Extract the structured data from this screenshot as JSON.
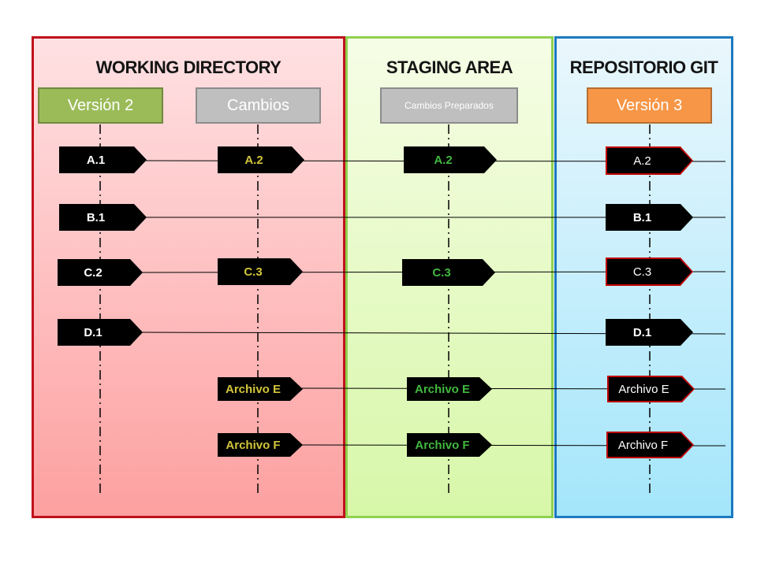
{
  "panels": {
    "working_directory": {
      "title": "WORKING DIRECTORY",
      "border_color": "#c0121c"
    },
    "staging_area": {
      "title": "STAGING AREA",
      "border_color": "#8fd14f"
    },
    "repositorio_git": {
      "title": "REPOSITORIO GIT",
      "border_color": "#1c79c0"
    }
  },
  "headers": {
    "version2": "Versión 2",
    "cambios": "Cambios",
    "cambios_preparados": "Cambios Preparados",
    "version3": "Versión 3"
  },
  "colors": {
    "version2": "#9bbb59",
    "cambios": "#bfbfbf",
    "version3": "#f79646",
    "modified_text": "#d2c53a",
    "staged_text": "#41b83f",
    "committed_border": "#c00000"
  },
  "rows": [
    {
      "id": "a",
      "version2": "A.1",
      "cambios": "A.2",
      "staging": "A.2",
      "repo": "A.2",
      "repo_changed": true
    },
    {
      "id": "b",
      "version2": "B.1",
      "cambios": "",
      "staging": "",
      "repo": "B.1",
      "repo_changed": false
    },
    {
      "id": "c",
      "version2": "C.2",
      "cambios": "C.3",
      "staging": "C.3",
      "repo": "C.3",
      "repo_changed": true
    },
    {
      "id": "d",
      "version2": "D.1",
      "cambios": "",
      "staging": "",
      "repo": "D.1",
      "repo_changed": false
    },
    {
      "id": "e",
      "version2": "",
      "cambios": "Archivo E",
      "staging": "Archivo E",
      "repo": "Archivo E",
      "repo_changed": true
    },
    {
      "id": "f",
      "version2": "",
      "cambios": "Archivo F",
      "staging": "Archivo F",
      "repo": "Archivo F",
      "repo_changed": true
    }
  ]
}
